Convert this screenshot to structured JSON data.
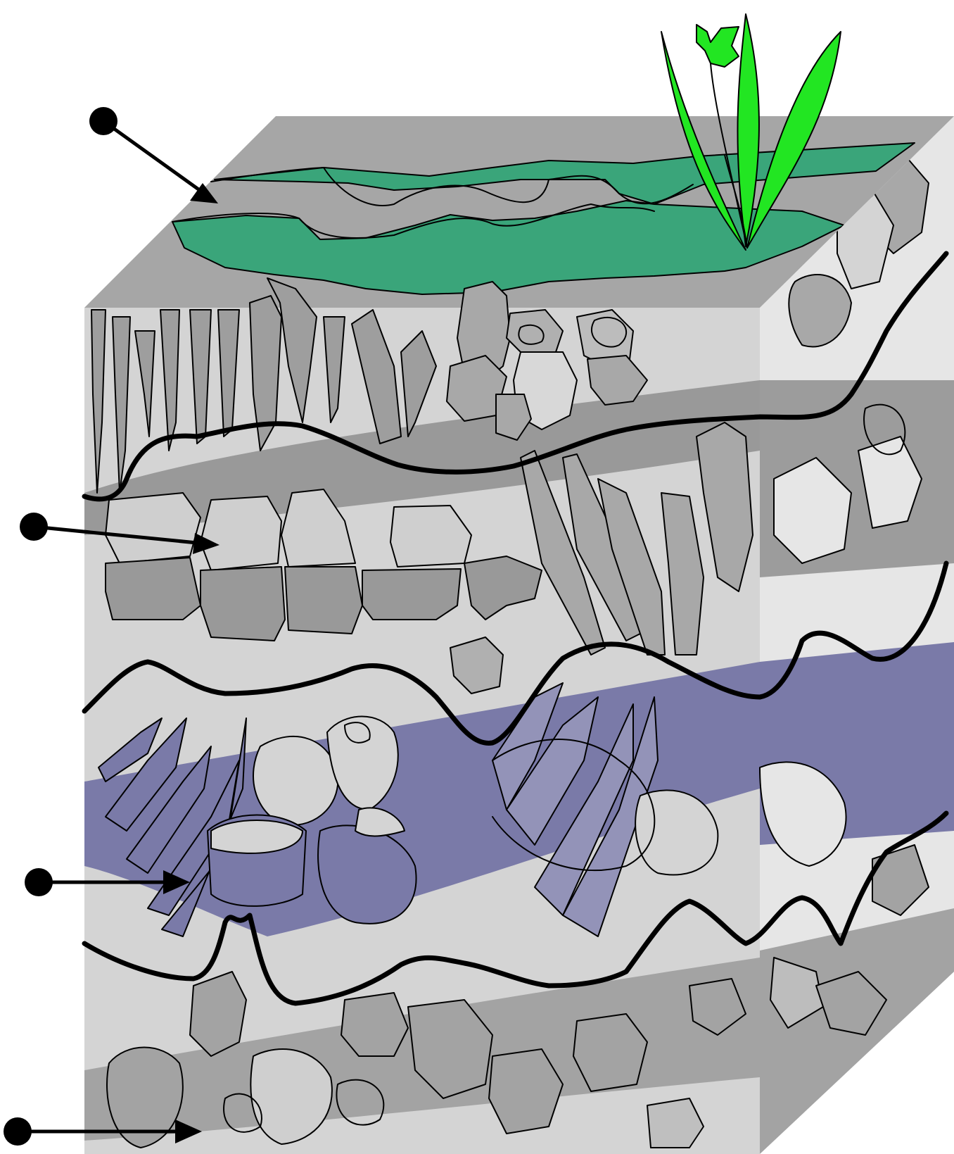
{
  "diagram": {
    "kind": "soil-profile-block",
    "labels": [],
    "callouts": [
      {
        "id": "callout-1",
        "target": "top-organic-layer"
      },
      {
        "id": "callout-2",
        "target": "upper-subsoil-layer"
      },
      {
        "id": "callout-3",
        "target": "lower-subsoil-layer"
      },
      {
        "id": "callout-4",
        "target": "bedrock-layer"
      }
    ],
    "colors": {
      "top_face": "#a6a6a6",
      "front_face": "#d4d4d4",
      "side_face": "#e6e6e6",
      "dark_grey": "#999999",
      "organic_green": "#3aa57a",
      "plant_green": "#22e622",
      "blue_layer": "#7a7aa8",
      "line": "#000000"
    },
    "icons": [
      "plant-icon"
    ]
  }
}
